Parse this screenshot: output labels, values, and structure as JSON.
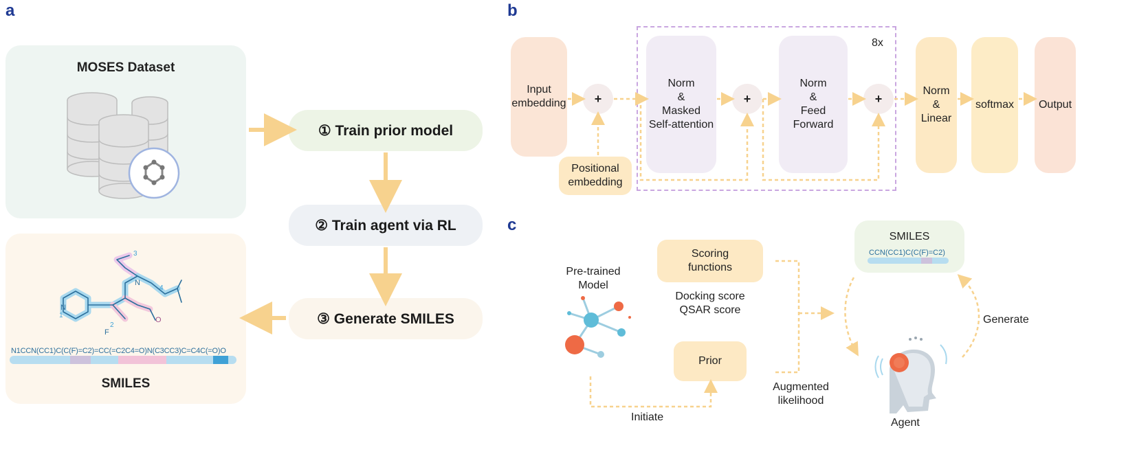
{
  "panels": {
    "a": "a",
    "b": "b",
    "c": "c"
  },
  "a": {
    "dataset_title": "MOSES Dataset",
    "steps": [
      "① Train prior model",
      "② Train agent via RL",
      "③ Generate SMILES"
    ],
    "smiles_string": "N1CCN(CC1)C(C(F)=C2)=CC(=C2C4=O)N(C3CC3)C=C4C(=O)O",
    "smiles_title": "SMILES",
    "molecule_labels": {
      "n": "N",
      "f": "F",
      "o1": "O",
      "n2": "N",
      "num1": "1",
      "num2": "2",
      "num3": "3",
      "num4": "4"
    }
  },
  "b": {
    "input": "Input\nembedding",
    "positional": "Positional\nembedding",
    "attention": "Norm\n&\nMasked\nSelf-attention",
    "feedforward": "Norm\n&\nFeed\nForward",
    "repeat": "8x",
    "norm_linear": "Norm\n&\nLinear",
    "softmax": "softmax",
    "output": "Output",
    "plus": "+"
  },
  "c": {
    "pretrained": "Pre-trained\nModel",
    "scoring": "Scoring\nfunctions",
    "scores": "Docking score\nQSAR score",
    "prior": "Prior",
    "initiate": "Initiate",
    "augmented": "Augmented\nlikelihood",
    "smiles_title": "SMILES",
    "smiles_string": "CCN(CC1)C(C(F)=C2)",
    "generate": "Generate",
    "agent": "Agent"
  },
  "colors": {
    "arrow": "#f7d28e",
    "panel_blue": "#1f3a93",
    "dashed_purple": "#c9a6e0",
    "peach": "#fbe5d6",
    "cream": "#fde9c4",
    "lavender": "#f1ecf5"
  }
}
